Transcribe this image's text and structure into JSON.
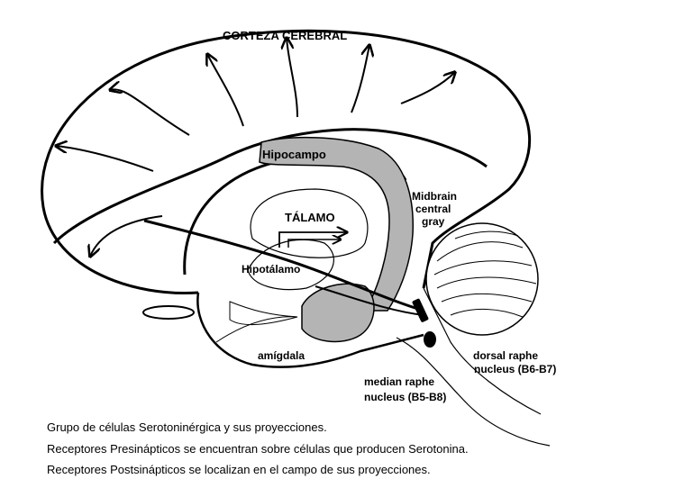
{
  "labels": {
    "cortex": "CORTEZA CEREBRAL",
    "hippocampus": "Hipocampo",
    "midbrain_line1": "Midbrain",
    "midbrain_line2": "central",
    "midbrain_line3": "gray",
    "thalamus": "TÁLAMO",
    "hypothalamus": "Hipotálamo",
    "amygdala": "amígdala",
    "dorsal_line1": "dorsal raphe",
    "dorsal_line2": "nucleus (B6-B7)",
    "median_line1": "median raphe",
    "median_line2": "nucleus (B5-B8)"
  },
  "caption": {
    "line1": "Grupo de células Serotoninérgica y sus proyecciones.",
    "line2": "Receptores Presinápticos se encuentran sobre células que producen Serotonina.",
    "line3": "Receptores Postsinápticos se localizan en el campo de sus proyecciones."
  },
  "colors": {
    "outline": "#000000",
    "hippocampus_fill": "#b4b4b4",
    "amygdala_fill": "#b4b4b4",
    "background": "#ffffff"
  }
}
